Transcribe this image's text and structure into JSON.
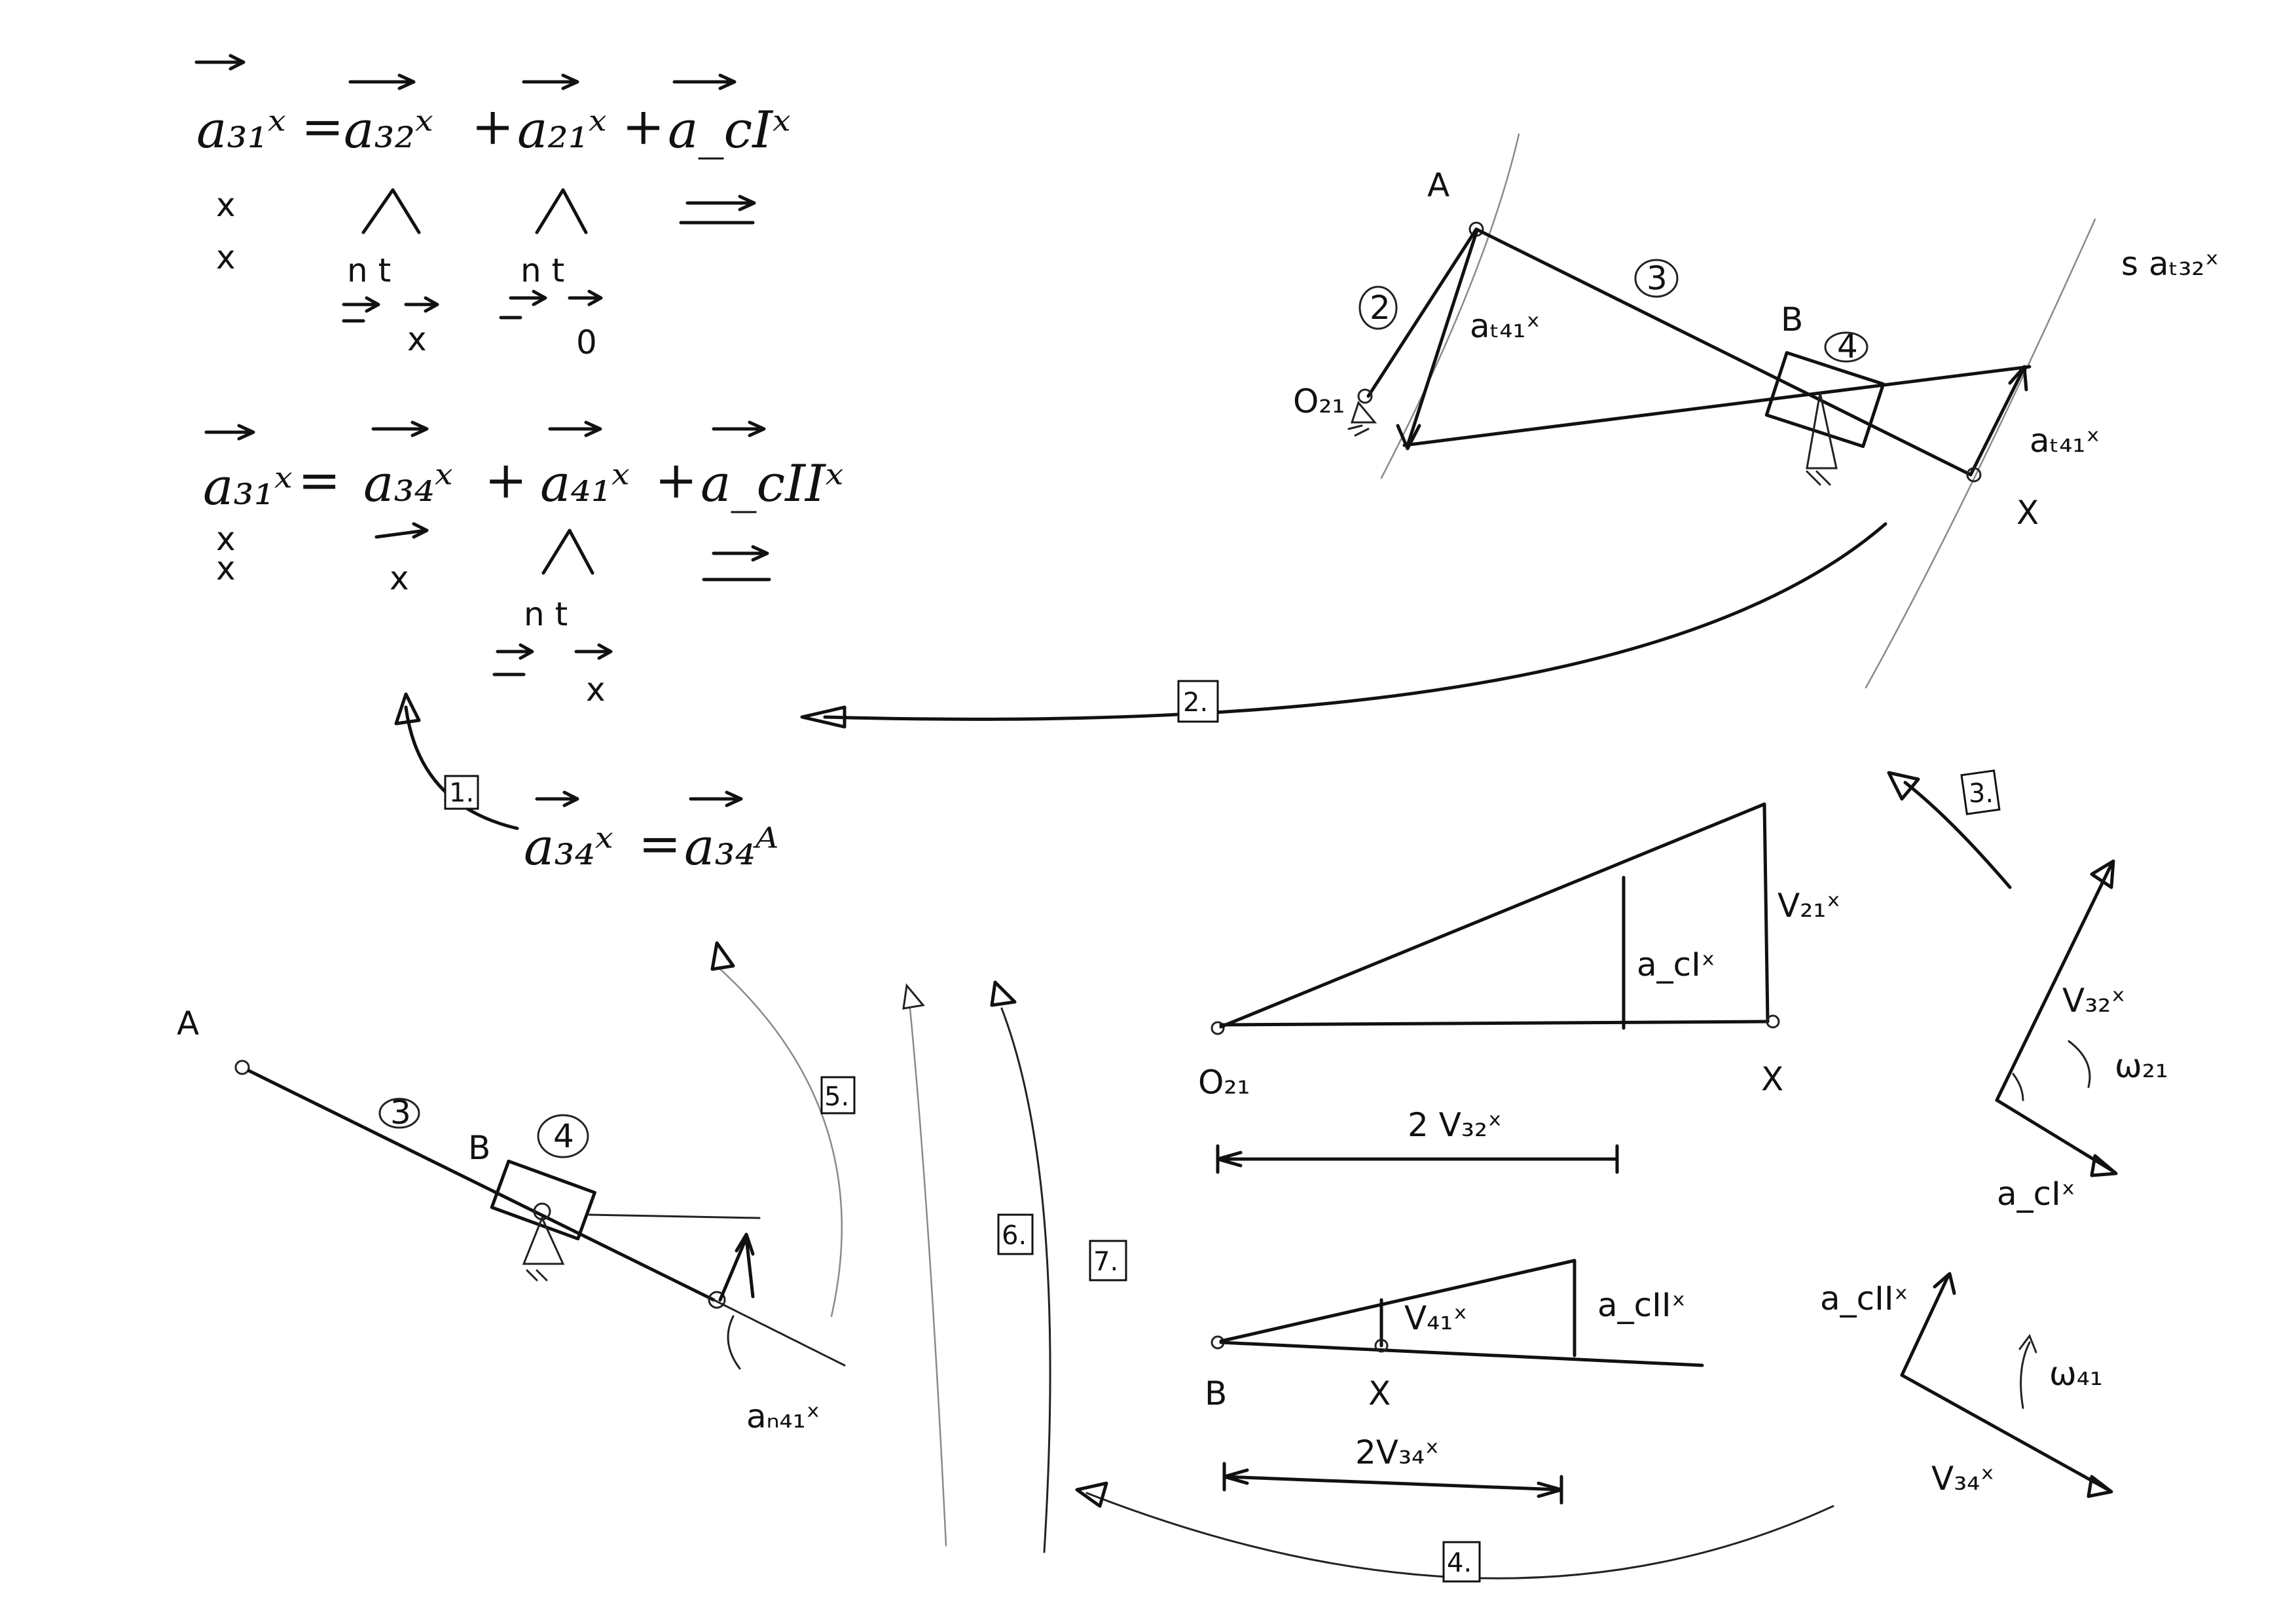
{
  "equations": {
    "eq1": {
      "lhs": "a₃₁ˣ",
      "terms": [
        "a₃₂ˣ",
        "a₂₁ˣ",
        "a_cIˣ"
      ],
      "rows": [
        "x",
        "x",
        "n t",
        "n t"
      ],
      "under_32": "x",
      "under_21": "0"
    },
    "eq2": {
      "lhs": "a₃₁ˣ",
      "terms": [
        "a₃₄ˣ",
        "a₄₁ˣ",
        "a_cIIˣ"
      ],
      "under_34": "x",
      "nt": "n t",
      "under_41": "x"
    },
    "eq3": {
      "lhs": "a₃₄ˣ",
      "rhs": "a₃₄ᴬ"
    },
    "ops": {
      "equals": "=",
      "plus": "+"
    }
  },
  "step_labels": [
    "1.",
    "2.",
    "3.",
    "4.",
    "5.",
    "6.",
    "7."
  ],
  "diagram_top": {
    "point_A": "A",
    "point_B": "B",
    "point_O21": "O₂₁",
    "point_X": "X",
    "link2": "2",
    "link3": "3",
    "link4": "4",
    "vec_at41": "aₜ₄₁ˣ",
    "vec_at32": "s aₜ₃₂ˣ",
    "vec_at_right": "aₜ₄₁ˣ"
  },
  "diagram_bottom_left": {
    "point_A": "A",
    "point_B": "B",
    "link3": "3",
    "link4": "4",
    "vec_an41": "aₙ₄₁ˣ"
  },
  "triangle1": {
    "origin": "O₂₁",
    "point_X": "X",
    "vertical_label": "V₂₁ˣ",
    "inner_label": "a_cIˣ",
    "dim_label": "2 V₃₂ˣ"
  },
  "triangle2": {
    "origin": "B",
    "point_X": "X",
    "inner_label": "V₄₁ˣ",
    "outer_label": "a_cIIˣ",
    "dim_label": "2V₃₄ˣ"
  },
  "vectors_right_top": {
    "v32": "V₃₂ˣ",
    "w21": "ω₂₁",
    "acI": "a_cIˣ"
  },
  "vectors_right_bottom": {
    "acII": "a_cIIˣ",
    "w41": "ω₄₁",
    "v34": "V₃₄ˣ"
  }
}
